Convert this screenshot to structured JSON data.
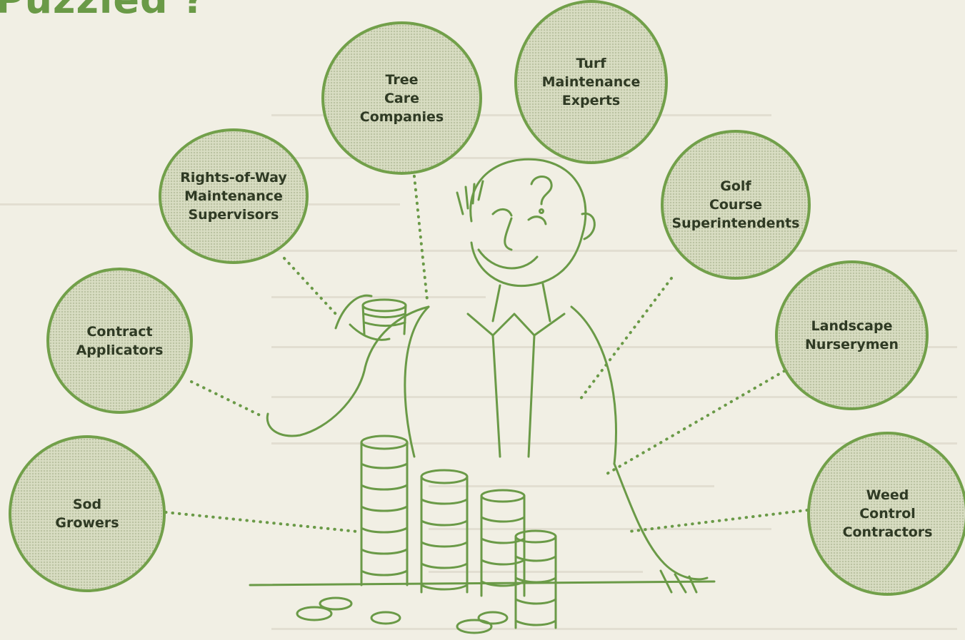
{
  "heading": "Puzzled ?",
  "groups": [
    {
      "id": "sod-growers",
      "label": "Sod\nGrowers"
    },
    {
      "id": "contract-applicators",
      "label": "Contract\nApplicators"
    },
    {
      "id": "rights-of-way",
      "label": "Rights-of-Way\nMaintenance\nSupervisors"
    },
    {
      "id": "tree-care",
      "label": "Tree\nCare\nCompanies"
    },
    {
      "id": "turf-maintenance",
      "label": "Turf\nMaintenance\nExperts"
    },
    {
      "id": "golf-course",
      "label": "Golf\nCourse\nSuperintendents"
    },
    {
      "id": "landscape-nurserymen",
      "label": "Landscape\nNurserymen"
    },
    {
      "id": "weed-control",
      "label": "Weed\nControl\nContractors"
    }
  ],
  "colors": {
    "accent": "#72a04a",
    "bubble_fill": "#d9ddc3",
    "paper": "#f1efe4"
  }
}
